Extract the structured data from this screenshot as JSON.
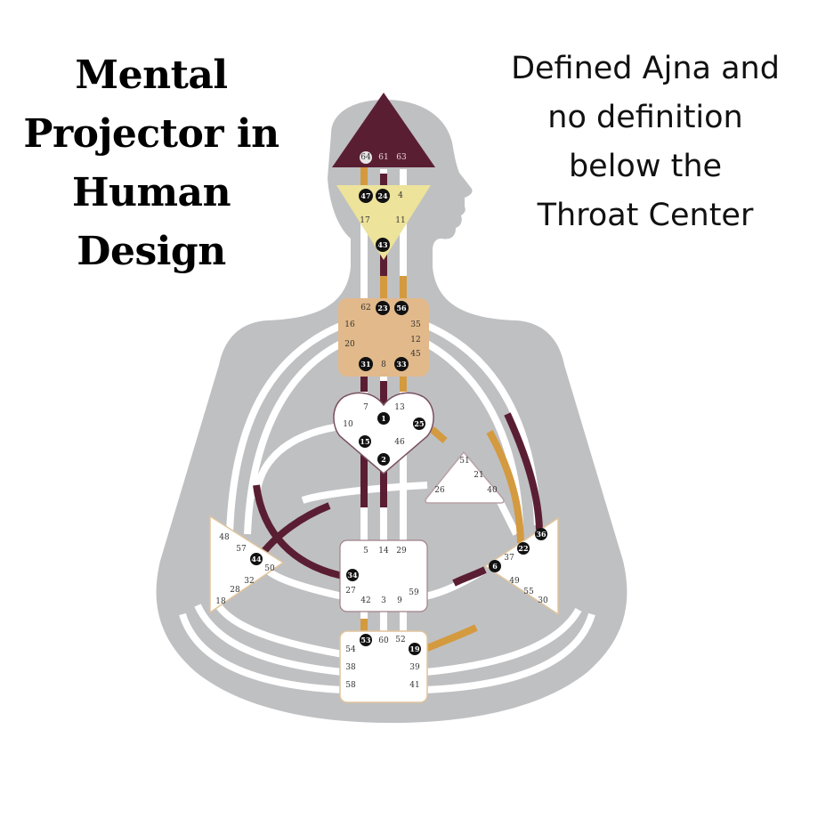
{
  "title": {
    "lines": [
      "Mental",
      "Projector in",
      "Human",
      "Design"
    ]
  },
  "subtitle": {
    "lines": [
      "Defined Ajna and",
      "no definition",
      "below the",
      "Throat Center"
    ]
  },
  "colors": {
    "body_silhouette": "#bfc0c2",
    "channel_inactive": "#ffffff",
    "personality_maroon": "#5a1e33",
    "design_gold": "#d49a3f",
    "head_defined": "#5a1e33",
    "ajna_defined": "#ede39a",
    "throat_defined": "#e2b98a",
    "undefined_center": "#ffffff",
    "active_gate_circle": "#111111"
  },
  "bodygraph": {
    "centers": [
      {
        "name": "Head",
        "shape": "triangle-up",
        "defined": true,
        "gates": [
          "64",
          "61",
          "63"
        ],
        "active_gates": [
          "64"
        ]
      },
      {
        "name": "Ajna",
        "shape": "triangle-down",
        "defined": true,
        "gates": [
          "47",
          "24",
          "4",
          "17",
          "11",
          "43"
        ],
        "active_gates": [
          "47",
          "24",
          "43"
        ]
      },
      {
        "name": "Throat",
        "shape": "square",
        "defined": true,
        "gates": [
          "62",
          "23",
          "56",
          "16",
          "35",
          "20",
          "12",
          "45",
          "31",
          "8",
          "33"
        ],
        "active_gates": [
          "23",
          "56",
          "31",
          "33"
        ]
      },
      {
        "name": "G",
        "shape": "heart",
        "defined": false,
        "gates": [
          "7",
          "1",
          "13",
          "10",
          "25",
          "15",
          "46",
          "2"
        ],
        "active_gates": [
          "1",
          "25",
          "15",
          "2"
        ]
      },
      {
        "name": "Heart/Ego",
        "shape": "triangle",
        "defined": false,
        "gates": [
          "51",
          "21",
          "26",
          "40"
        ],
        "active_gates": []
      },
      {
        "name": "Spleen",
        "shape": "triangle-right",
        "defined": false,
        "gates": [
          "48",
          "57",
          "44",
          "50",
          "32",
          "28",
          "18"
        ],
        "active_gates": [
          "44"
        ]
      },
      {
        "name": "Sacral",
        "shape": "square",
        "defined": false,
        "gates": [
          "5",
          "14",
          "29",
          "34",
          "27",
          "42",
          "3",
          "9",
          "59"
        ],
        "active_gates": [
          "34"
        ]
      },
      {
        "name": "Solar Plexus",
        "shape": "triangle-left",
        "defined": false,
        "gates": [
          "36",
          "22",
          "37",
          "6",
          "49",
          "55",
          "30"
        ],
        "active_gates": [
          "36",
          "22",
          "6"
        ]
      },
      {
        "name": "Root",
        "shape": "square",
        "defined": false,
        "gates": [
          "53",
          "60",
          "52",
          "54",
          "19",
          "38",
          "39",
          "58",
          "41"
        ],
        "active_gates": [
          "53",
          "19"
        ]
      }
    ]
  }
}
